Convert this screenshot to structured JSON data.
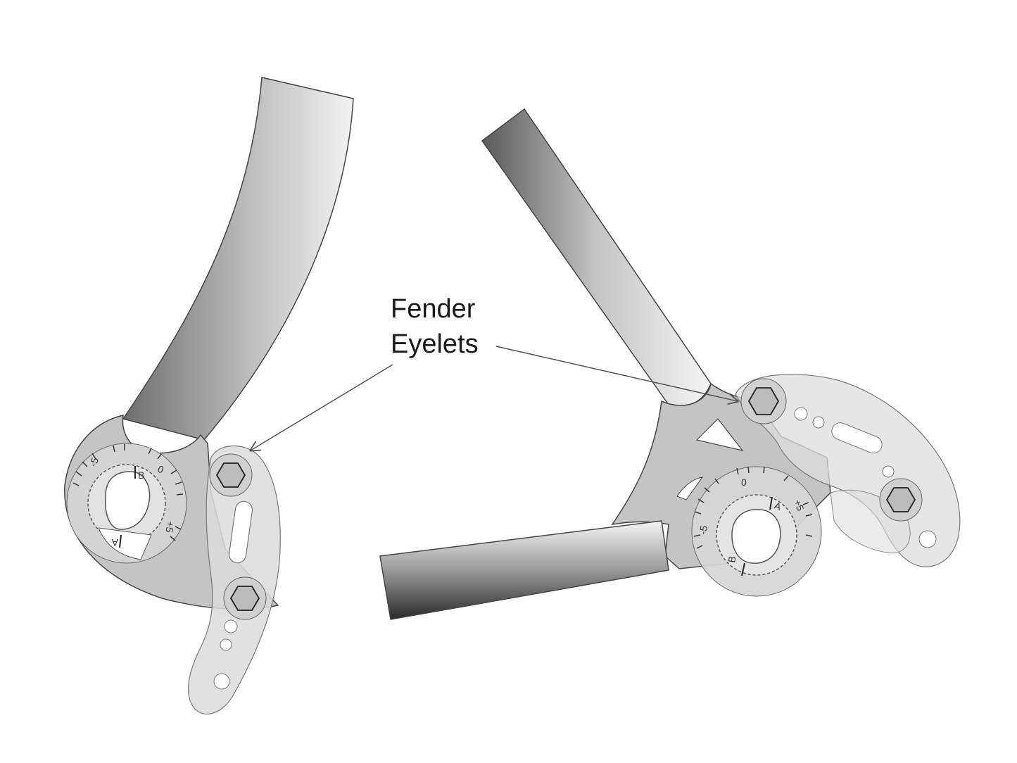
{
  "label": {
    "line1": "Fender",
    "line2": "Eyelets"
  },
  "dial_left": {
    "minus": "-5",
    "zero": "0",
    "plus": "+5",
    "mark_a": "A",
    "mark_b": "B"
  },
  "dial_right": {
    "minus": "-5",
    "zero": "0",
    "plus": "+5",
    "mark_a": "A",
    "mark_b": "B"
  },
  "colors": {
    "tube_dark": "#3a3a3a",
    "tube_light": "#f4f4f4",
    "plate": "#c8c8c8",
    "dropout": "#bdbdbd",
    "bolt": "#b8b8b8",
    "outline": "#444444",
    "arrow": "#555555"
  }
}
